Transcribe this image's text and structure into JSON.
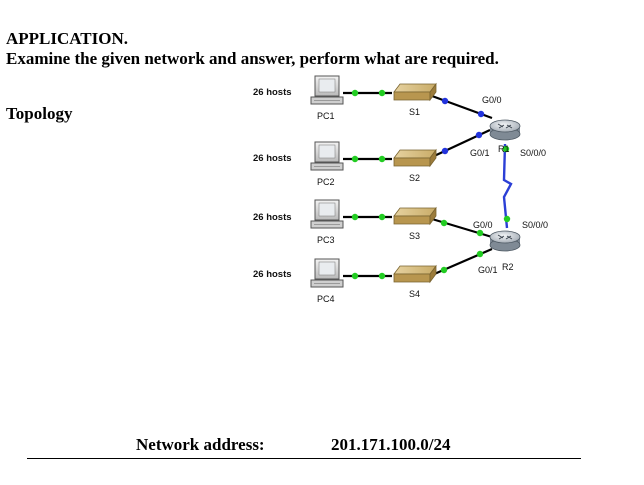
{
  "header": {
    "title": "APPLICATION.",
    "instruction": "Examine the given network and answer, perform what are required.",
    "section": "Topology"
  },
  "topology": {
    "pcs": [
      {
        "name": "PC1",
        "hosts": "26 hosts"
      },
      {
        "name": "PC2",
        "hosts": "26 hosts"
      },
      {
        "name": "PC3",
        "hosts": "26 hosts"
      },
      {
        "name": "PC4",
        "hosts": "26 hosts"
      }
    ],
    "switches": [
      "S1",
      "S2",
      "S3",
      "S4"
    ],
    "routers": [
      {
        "name": "R1",
        "ports": [
          "G0/0",
          "G0/1",
          "S0/0/0"
        ]
      },
      {
        "name": "R2",
        "ports": [
          "G0/0",
          "G0/1",
          "S0/0/0"
        ]
      }
    ],
    "colors": {
      "link": "#000000",
      "serial": "#2b3fd6",
      "port_up": "#22cc22",
      "port_blue": "#2233dd"
    }
  },
  "footer": {
    "network_label": "Network address:",
    "network_value": "201.171.100.0/24"
  }
}
